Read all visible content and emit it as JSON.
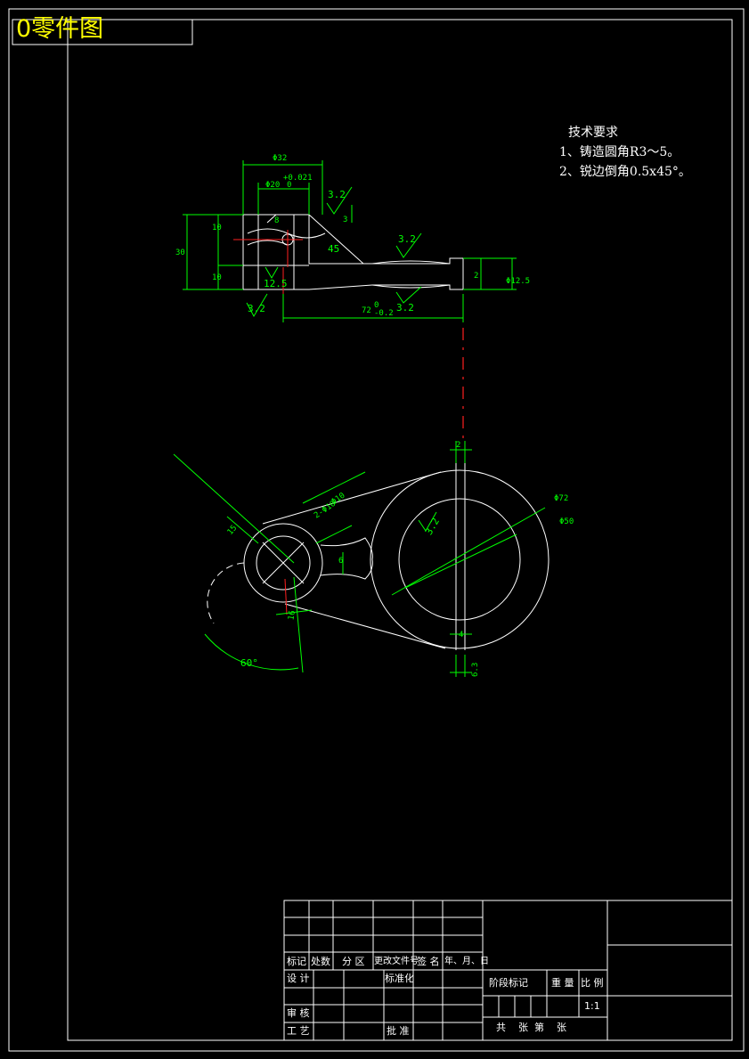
{
  "title": "0零件图",
  "technical_requirements": {
    "heading": "技术要求",
    "items": [
      "1、铸造圆角R3～5。",
      "2、锐边倒角0.5x45°。"
    ]
  },
  "colors": {
    "background": "#000000",
    "outline": "#ffffff",
    "dimension": "#00ff00",
    "centerline": "#ff2020",
    "title": "#ffff00"
  },
  "dimensions": {
    "phi32": "Φ32",
    "phi20": "Φ20",
    "tol_phi20": "+0.021",
    "tol_phi20_low": "0",
    "thickness_top": "10",
    "thickness_bottom": "10",
    "height": "30",
    "d8": "8",
    "d3": "3",
    "angle45": "45",
    "ra1": "3.2",
    "ra2": "3.2",
    "ra3": "3.2",
    "ra4": "3.2",
    "ra5": "3.2",
    "r125": "12.5",
    "length72": "72",
    "tol72": "-0.2",
    "tol72_up": "0",
    "d2_side": "2",
    "phi_small_side": "Φ12.5",
    "d2_top": "2",
    "phi72": "Φ72",
    "phi50": "Φ50",
    "r15": "15",
    "phi10": "Φ10",
    "phi10_note": "2-Φ10",
    "d6": "6",
    "d16": "16",
    "angle60": "60°",
    "d4": "4",
    "d63": "6.3"
  },
  "title_block": {
    "row1": [
      "标记",
      "处数",
      "分 区",
      "更改文件号",
      "签 名",
      "年、月、日"
    ],
    "design": "设 计",
    "standard": "标准化",
    "review": "审 核",
    "process": "工 艺",
    "approve": "批 准",
    "stage": "阶段标记",
    "weight": "重 量",
    "scale_label": "比 例",
    "scale": "1:1",
    "sheets": "共    张  第    张"
  }
}
